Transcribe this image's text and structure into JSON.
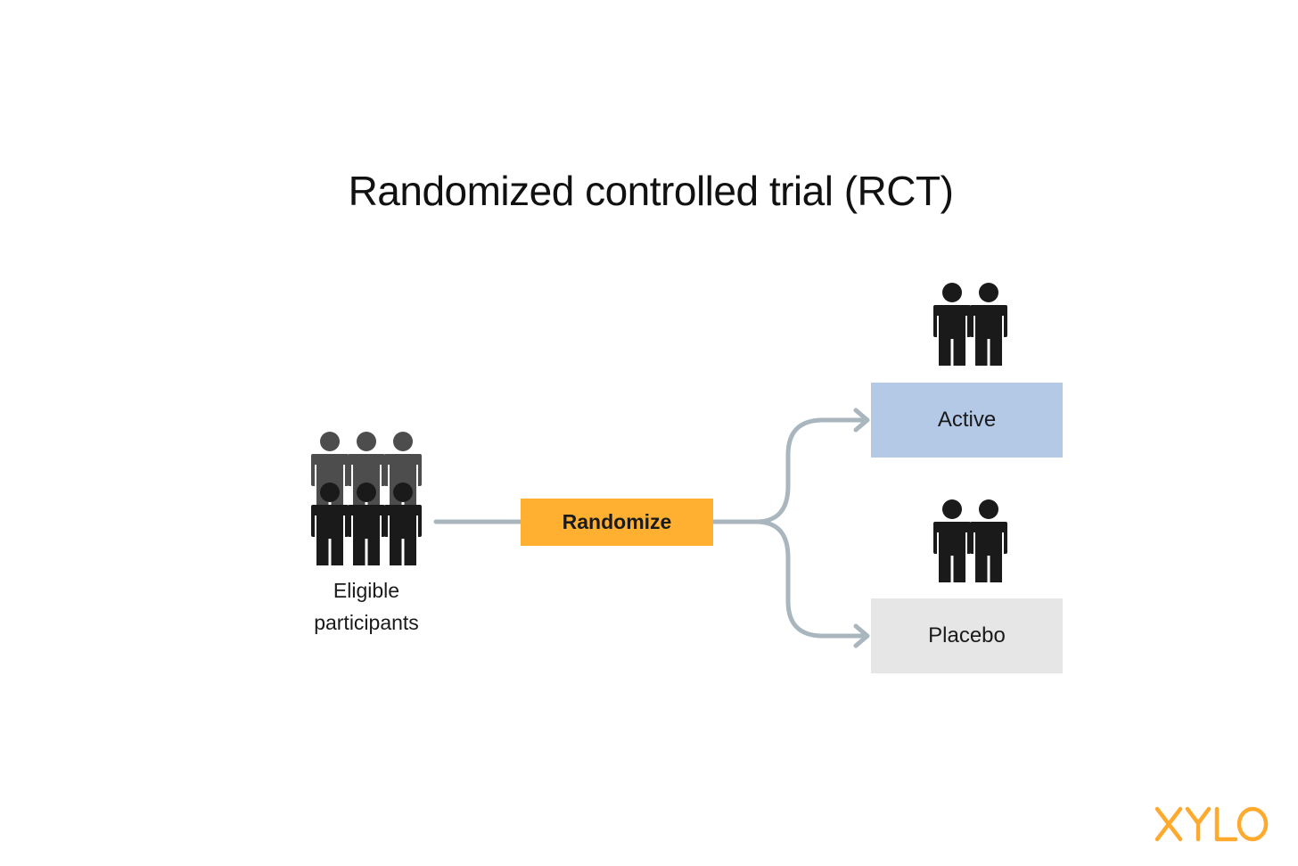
{
  "title": "Randomized controlled trial (RCT)",
  "participants": {
    "label_line1": "Eligible",
    "label_line2": "participants",
    "icon": "people-group-icon"
  },
  "randomize": {
    "label": "Randomize",
    "color": "#ffb031"
  },
  "groups": {
    "active": {
      "label": "Active",
      "color": "#b3c9e6",
      "icon": "people-pair-icon"
    },
    "placebo": {
      "label": "Placebo",
      "color": "#e6e6e6",
      "icon": "people-pair-icon"
    }
  },
  "colors": {
    "connector": "#a9b6bd",
    "person_dark": "#1b1a1a",
    "person_gray": "#4d4d4d"
  },
  "brand": {
    "logo_text": "XYLO",
    "color": "#ffaa2e"
  }
}
